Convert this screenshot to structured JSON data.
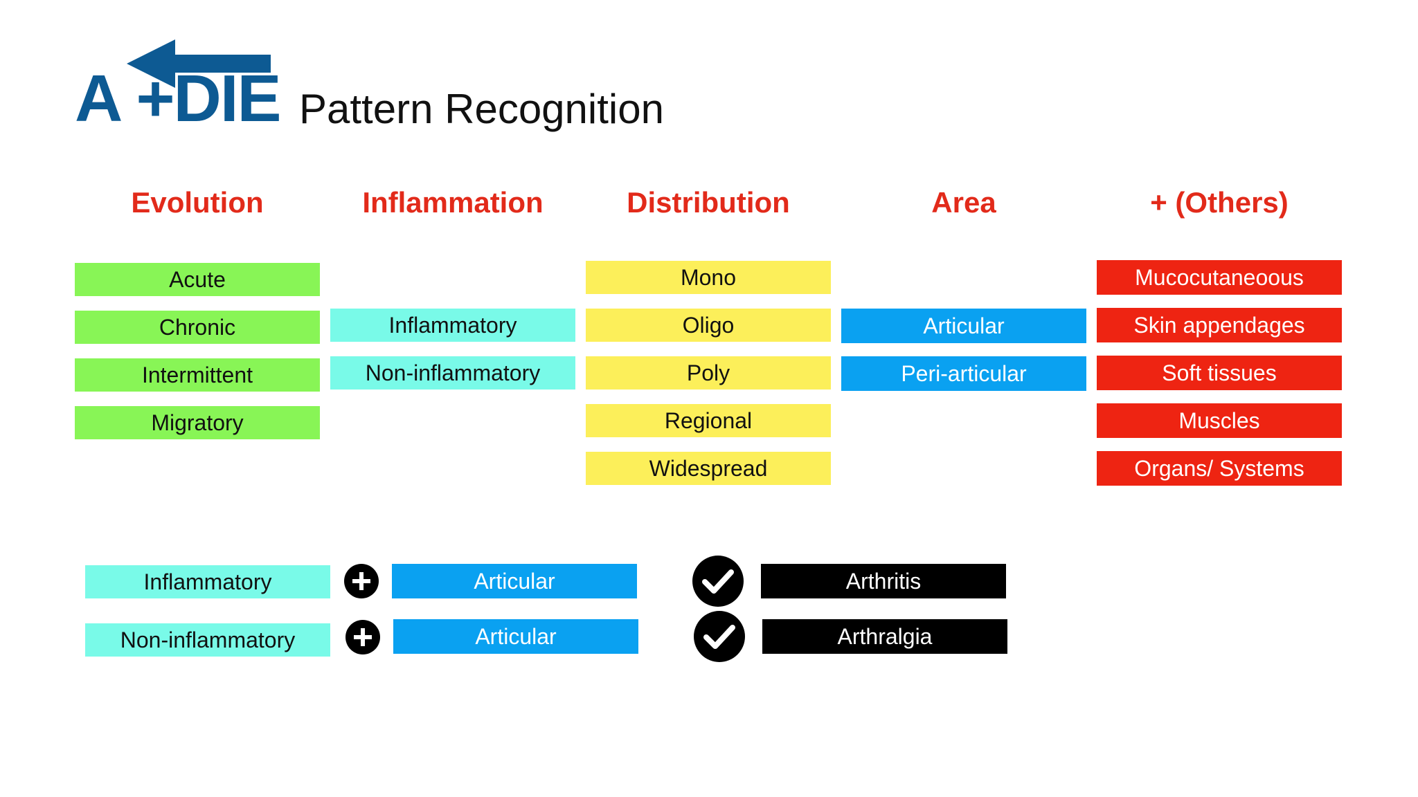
{
  "logo": {
    "text": "A +DIE"
  },
  "title": "Pattern Recognition",
  "colors": {
    "header": "#e22a1a",
    "logo": "#0d5a93",
    "green": "#88f556",
    "cyan": "#79fae8",
    "yellow": "#fcef5a",
    "blue": "#0aa1f1",
    "red": "#ee2412",
    "black": "#000000"
  },
  "columns": [
    {
      "header": "Evolution",
      "items": [
        "Acute",
        "Chronic",
        "Intermittent",
        "Migratory"
      ]
    },
    {
      "header": "Inflammation",
      "items": [
        "Inflammatory",
        "Non-inflammatory"
      ]
    },
    {
      "header": "Distribution",
      "items": [
        "Mono",
        "Oligo",
        "Poly",
        "Regional",
        "Widespread"
      ]
    },
    {
      "header": "Area",
      "items": [
        "Articular",
        "Peri-articular"
      ]
    },
    {
      "header": "+ (Others)",
      "items": [
        "Mucocutaneoous",
        "Skin appendages",
        "Soft tissues",
        "Muscles",
        "Organs/ Systems"
      ]
    }
  ],
  "equations": [
    {
      "left": "Inflammatory",
      "middle": "Articular",
      "result": "Arthritis",
      "plus_icon": "plus-circle-icon",
      "check_icon": "check-circle-icon"
    },
    {
      "left": "Non-inflammatory",
      "middle": "Articular",
      "result": "Arthralgia",
      "plus_icon": "plus-circle-icon",
      "check_icon": "check-circle-icon"
    }
  ]
}
